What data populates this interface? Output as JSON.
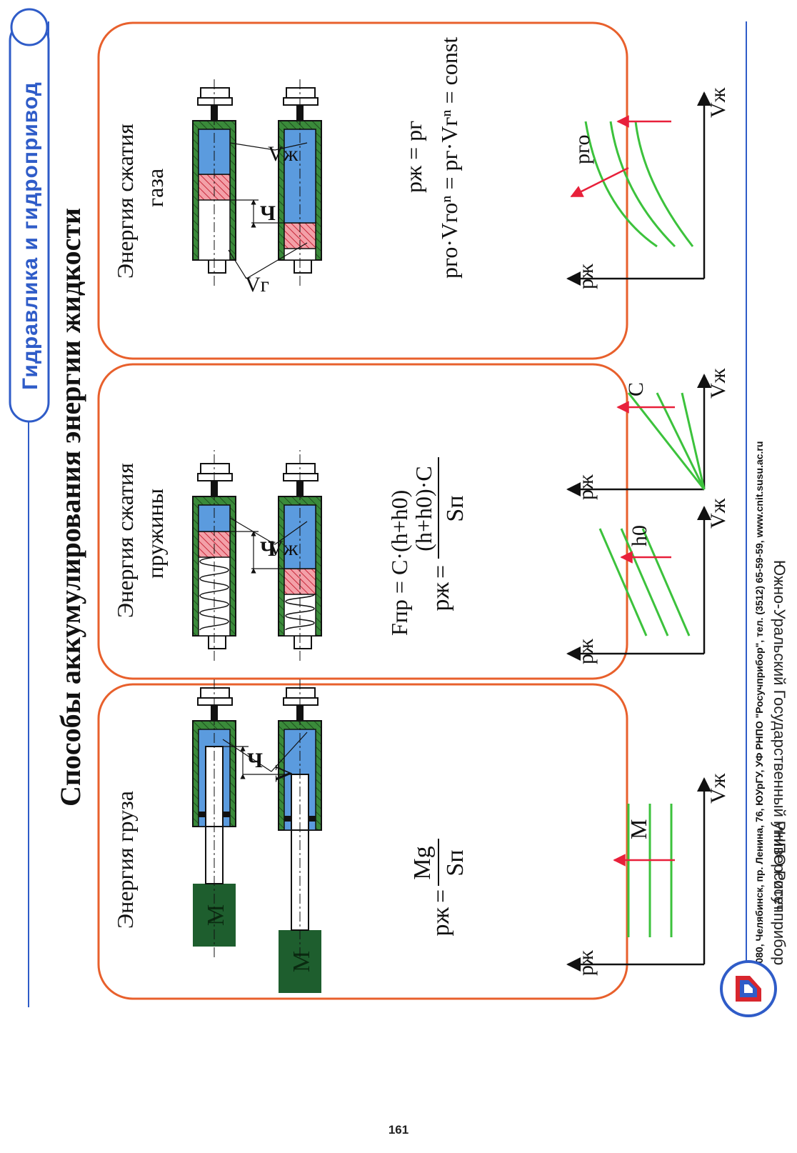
{
  "header": {
    "course": "Гидравлика и гидропривод",
    "title": "Способы аккумулирования энергии жидкости"
  },
  "panels": [
    {
      "title": "Энергия груза",
      "mass_label": "М",
      "piston_label": "Ч",
      "volume_label": "V",
      "formula": {
        "lhs": "pж",
        "eq": "=",
        "num": "Mg",
        "den": "Sп"
      },
      "graph": {
        "y_axis": "pж",
        "x_axis": "Vж",
        "param": "M"
      }
    },
    {
      "title_line1": "Энергия сжатия",
      "title_line2": "пружины",
      "piston_label": "Ч",
      "volume_label": "Vж",
      "formula1": "Fпр = C·(h+h0)",
      "formula2": {
        "lhs": "pж",
        "eq": "=",
        "num": "(h+h0)·C",
        "den": "Sп"
      },
      "graph_left": {
        "y_axis": "pж",
        "x_axis": "Vж",
        "param": "h0"
      },
      "graph_right": {
        "y_axis": "pж",
        "x_axis": "Vж",
        "param": "C"
      }
    },
    {
      "title_line1": "Энергия сжатия",
      "title_line2": "газа",
      "gas_label": "Vг",
      "piston_label": "Ч",
      "volume_label": "Vж",
      "formula1": "pж = pг",
      "formula2": "pго·Vгоⁿ = pг·Vгⁿ = const",
      "graph": {
        "y_axis": "pж",
        "x_axis": "Vж",
        "param": "pго"
      }
    }
  ],
  "footer": {
    "address": "454080, Челябинск, пр. Ленина, 76, ЮУрГУ, УФ РНПО \"Росучприбор\", тел. (3512) 65-59-59, www.cnit.susu.ac.ru",
    "university": "Южно-Уральский Государственный университет",
    "org": "РНПО Росучприбор"
  },
  "page_number": "161",
  "colors": {
    "frame_orange": "#e8602c",
    "header_blue": "#2f5cc8",
    "body_green": "#3a8a3a",
    "fluid_blue": "#5b9bde",
    "piston_red": "#e8707a",
    "graph_green": "#3cc23c",
    "arrow_red": "#e8203a",
    "mass_green": "#1e5e2e"
  }
}
